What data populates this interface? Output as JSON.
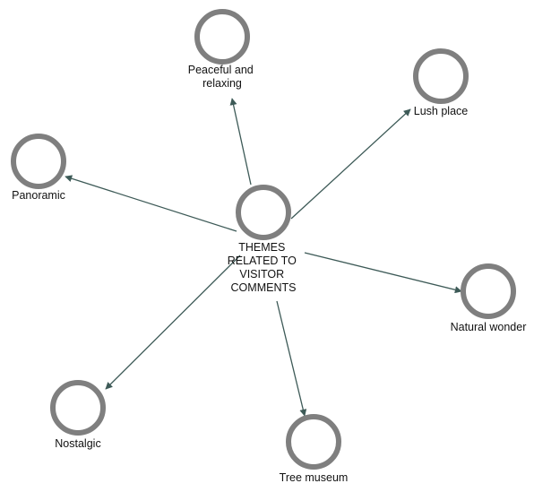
{
  "diagram": {
    "center": {
      "lines": [
        "THEMES",
        "RELATED TO",
        "VISITOR",
        "COMMENTS"
      ]
    },
    "themes": [
      {
        "id": "peaceful",
        "lines": [
          "Peaceful and",
          "relaxing"
        ]
      },
      {
        "id": "lush",
        "lines": [
          "Lush place"
        ]
      },
      {
        "id": "panoramic",
        "lines": [
          "Panoramic"
        ]
      },
      {
        "id": "natural-wonder",
        "lines": [
          "Natural wonder"
        ]
      },
      {
        "id": "nostalgic",
        "lines": [
          "Nostalgic"
        ]
      },
      {
        "id": "tree-museum",
        "lines": [
          "Tree museum"
        ]
      }
    ],
    "colors": {
      "node_ring": "#7f7f7f",
      "edge": "#3d5a57",
      "text": "#111111"
    }
  }
}
